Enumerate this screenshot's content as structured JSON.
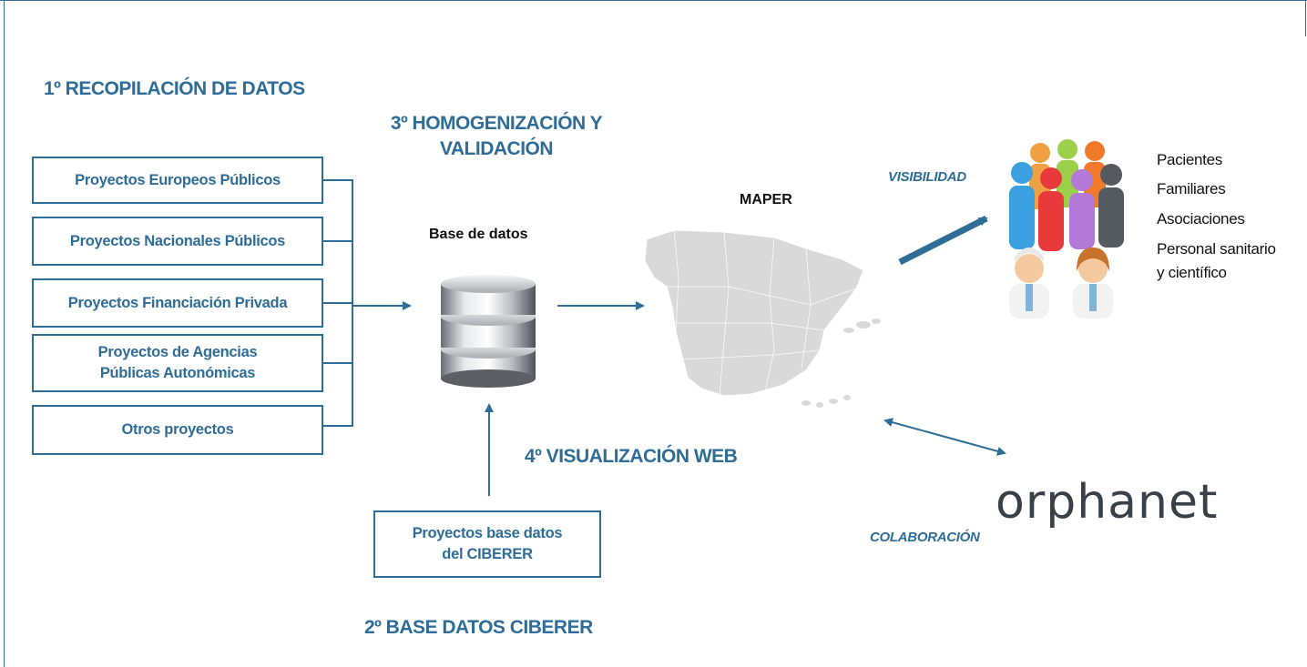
{
  "headings": {
    "step1": "1º RECOPILACIÓN DE DATOS",
    "step2": "2º BASE DATOS CIBERER",
    "step3_line1": "3º HOMOGENIZACIÓN Y",
    "step3_line2": "VALIDACIÓN",
    "step4": "4º VISUALIZACIÓN WEB"
  },
  "sources": [
    {
      "line1": "Proyectos Europeos Públicos",
      "line2": ""
    },
    {
      "line1": "Proyectos Nacionales Públicos",
      "line2": ""
    },
    {
      "line1": "Proyectos Financiación Privada",
      "line2": ""
    },
    {
      "line1": "Proyectos de Agencias",
      "line2": "Públicas Autonómicas"
    },
    {
      "line1": "Otros proyectos",
      "line2": ""
    }
  ],
  "ciberer_box": {
    "line1": "Proyectos base datos",
    "line2": "del CIBERER"
  },
  "database_label": "Base de datos",
  "map_label": "MAPER",
  "visibility_label": "VISIBILIDAD",
  "collaboration_label": "COLABORACIÓN",
  "audience": [
    "Pacientes",
    "Familiares",
    "Asociaciones",
    "Personal sanitario",
    "y científico"
  ],
  "logo_text": "orphanet",
  "colors": {
    "accent": "#2e6d98",
    "map": "#d9d9d9",
    "text": "#111111"
  },
  "icons": {
    "database": "database-icon",
    "map": "spain-map-icon",
    "people": "people-group-icon",
    "logo": "orphanet-logo"
  }
}
